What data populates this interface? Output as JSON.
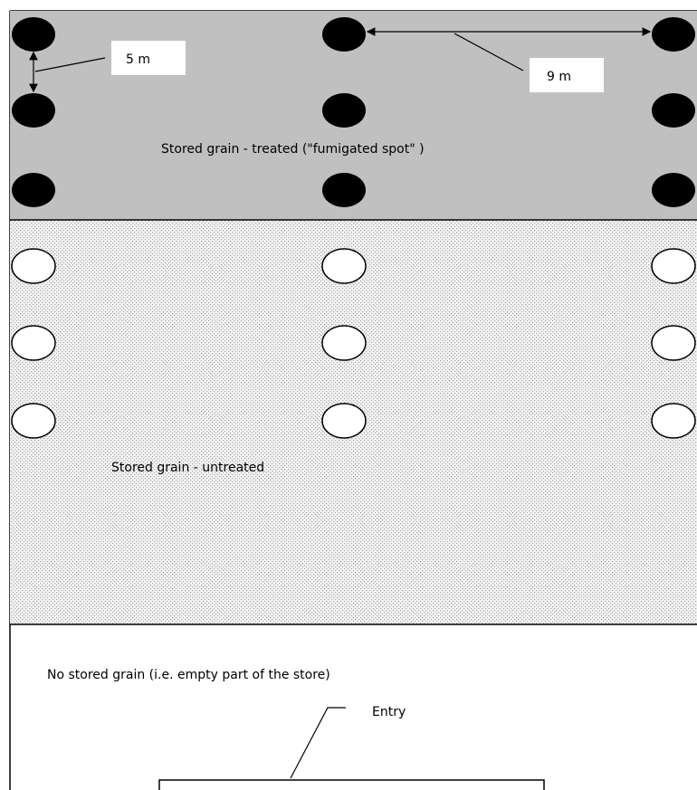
{
  "zones": {
    "treated": {
      "label": "Stored grain - treated (\"fumigated spot\" )",
      "fill": "#c0c0c0"
    },
    "untreated": {
      "label": "Stored grain - untreated",
      "fill": "#f2f2f2"
    },
    "empty": {
      "label": "No stored grain (i.e. empty part of the store)"
    }
  },
  "dimensions": {
    "vertical_spacing": "5 m",
    "horizontal_spacing": "9 m"
  },
  "entry": {
    "label": "Entry"
  },
  "colors": {
    "filled_spot": "#000000",
    "open_spot": "#ffffff",
    "outline": "#000000"
  }
}
